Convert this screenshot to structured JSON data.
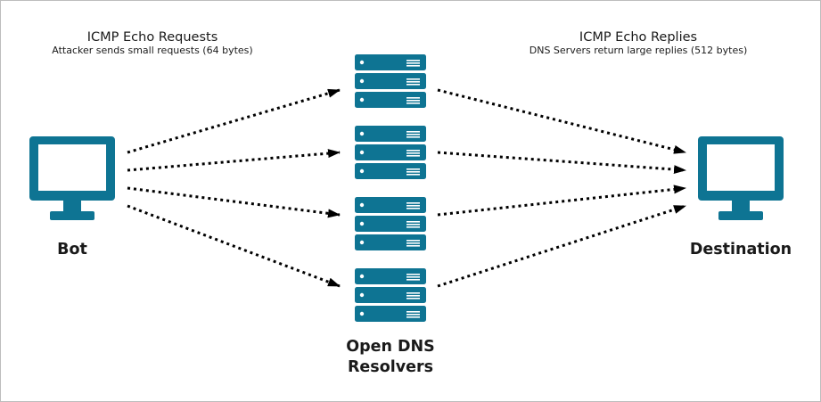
{
  "requests": {
    "title": "ICMP Echo Requests",
    "subtitle": "Attacker sends small requests (64 bytes)"
  },
  "replies": {
    "title": "ICMP Echo Replies",
    "subtitle": "DNS Servers return large replies (512 bytes)"
  },
  "nodes": {
    "bot": {
      "label": "Bot",
      "icon": "monitor-icon"
    },
    "destination": {
      "label": "Destination",
      "icon": "monitor-icon"
    },
    "resolvers": {
      "label_line1": "Open DNS",
      "label_line2": "Resolvers",
      "icon": "server-icon",
      "count": 4
    }
  },
  "colors": {
    "icon": "#0e7493",
    "arrow": "#000000",
    "text": "#1a1a1a"
  }
}
